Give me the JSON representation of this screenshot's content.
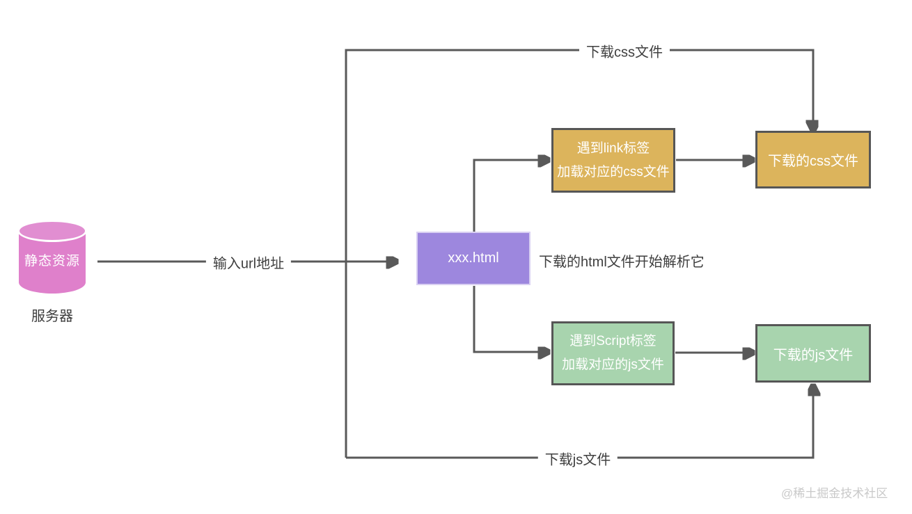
{
  "diagram": {
    "server": {
      "db_label": "静态资源",
      "name_label": "服务器"
    },
    "edges": {
      "input_url": "输入url地址",
      "download_css": "下载css文件",
      "download_js": "下载js文件"
    },
    "nodes": {
      "html_box": "xxx.html",
      "html_note": "下载的html文件开始解析它",
      "link_box_line1": "遇到link标签",
      "link_box_line2": "加载对应的css文件",
      "css_box": "下载的css文件",
      "script_box_line1": "遇到Script标签",
      "script_box_line2": "加载对应的js文件",
      "js_box": "下载的js文件"
    },
    "watermark": "@稀土掘金技术社区",
    "colors": {
      "server_pink": "#df80cb",
      "html_purple": "#9d87de",
      "css_orange": "#dcb45c",
      "js_green": "#a8d4ae",
      "line_gray": "#595959"
    }
  }
}
